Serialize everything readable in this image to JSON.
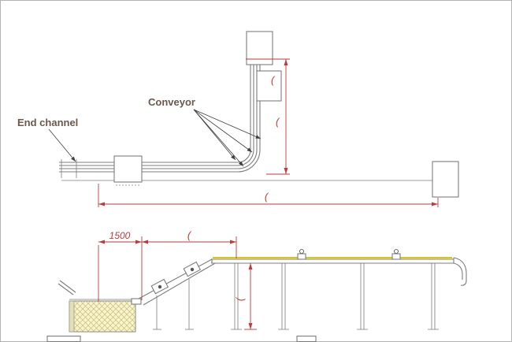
{
  "labels": {
    "end_channel": "End channel",
    "conveyor": "Conveyor"
  },
  "dims": {
    "d1500": "1500",
    "paren": "("
  },
  "colors": {
    "line": "#7d7d7d",
    "dark_line": "#3f3f3f",
    "dim": "#c03a3a",
    "label_text": "#6b584e",
    "belt": "#ddca00",
    "hatch_fill": "#f8f4d0",
    "hatch_line": "#c9bd6e"
  }
}
